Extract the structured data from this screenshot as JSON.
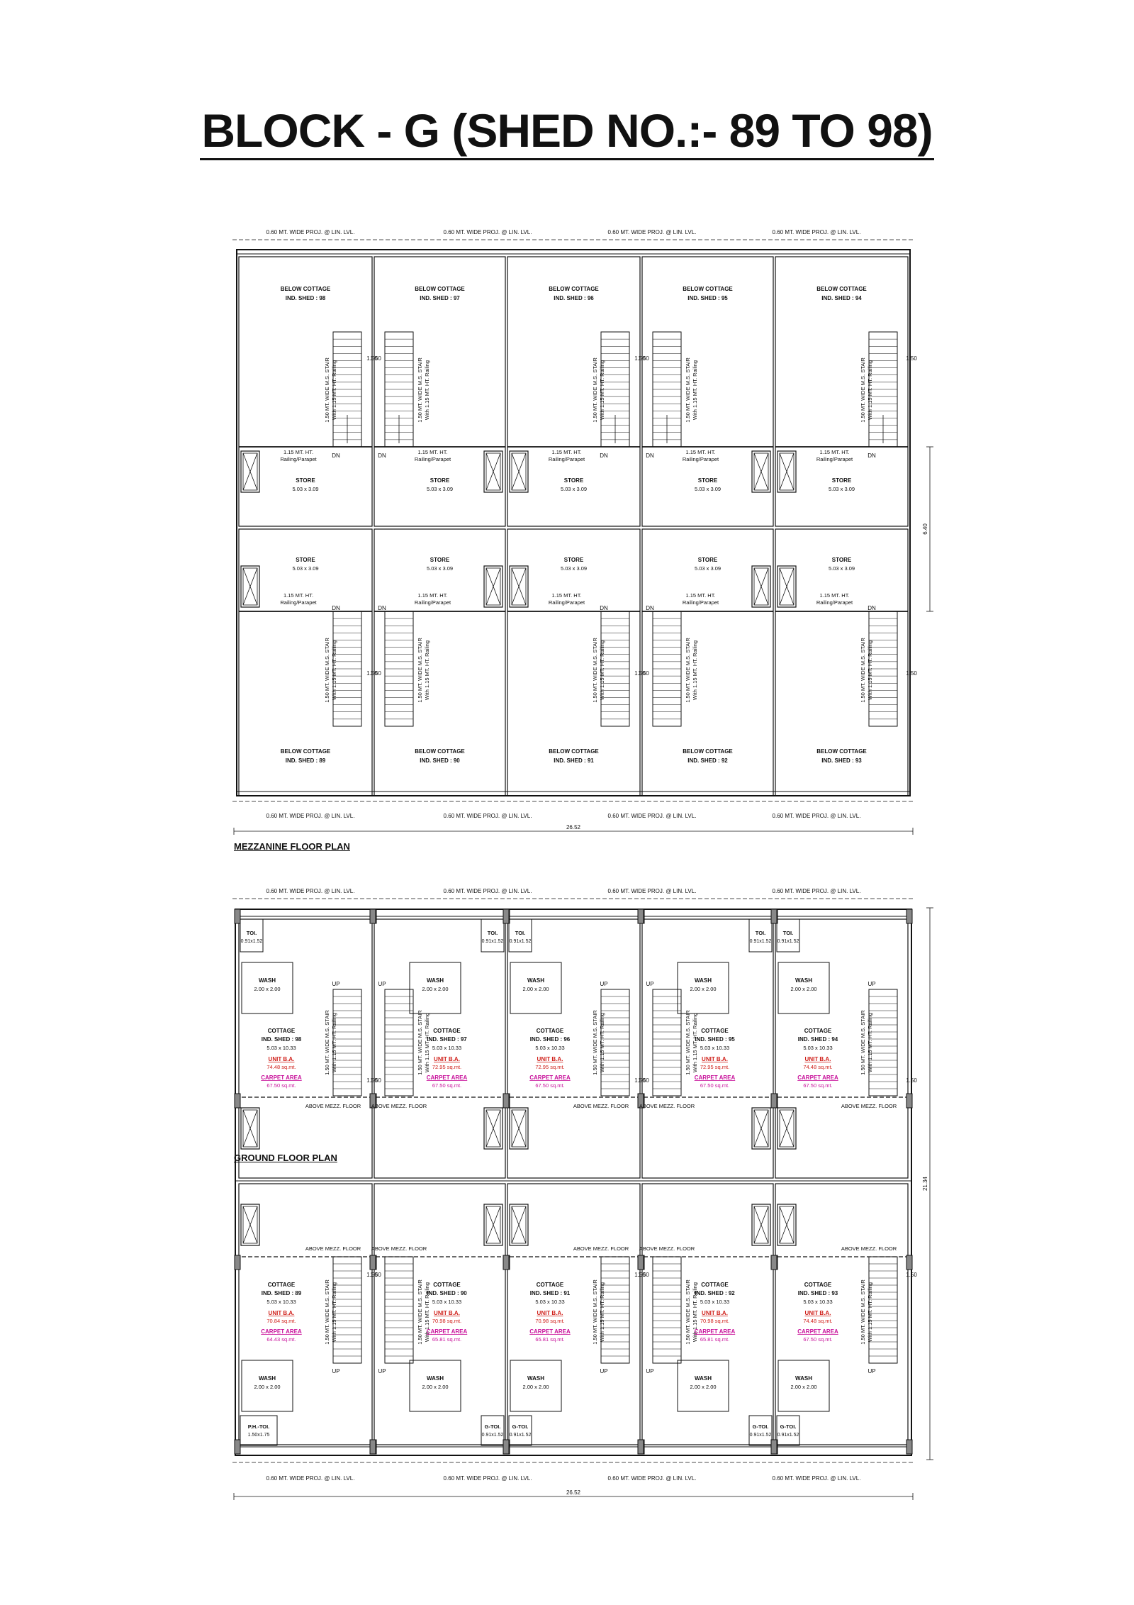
{
  "title": "BLOCK - G (SHED NO.:- 89 TO 98)",
  "colors": {
    "line": "#111111",
    "red_text": "#d0201a",
    "magenta_text": "#c8109a"
  },
  "mezzanine": {
    "label": "MEZZANINE FLOOR PLAN",
    "proj_label": "0.60 MT. WIDE PROJ. @ LIN. LVL.",
    "overall_width": "26.52",
    "overall_depth": "6.40",
    "top_sheds": [
      "98",
      "97",
      "96",
      "95",
      "94"
    ],
    "bottom_sheds": [
      "89",
      "90",
      "91",
      "92",
      "93"
    ],
    "below_cottage": "BELOW COTTAGE",
    "ind_shed_prefix": "IND. SHED : ",
    "store": "STORE",
    "store_size": "5.03 x 3.09",
    "railing_1": "1.15 MT. HT.",
    "railing_2": "Railing/Parapet",
    "stair_1": "1.50 MT. WIDE M.S. STAIR",
    "stair_2": "With 1.15 MT. HT. Railing",
    "stair_width": "1.50",
    "dn": "DN"
  },
  "ground": {
    "label": "GROUND FLOOR PLAN",
    "proj_label": "0.60 MT. WIDE PROJ. @ LIN. LVL.",
    "overall_width": "26.52",
    "overall_depth": "21.34",
    "toi": "TOI.",
    "toi_size": "0.91x1.52",
    "gtoi": "G-TOI.",
    "ph_toi": "P.H.-TOI.",
    "ph_toi_size": "1.50x1.75",
    "wash": "WASH",
    "wash_size": "2.00 x 2.00",
    "cottage": "COTTAGE",
    "cottage_size": "5.03 x 10.33",
    "unit_ba": "UNIT B.A.",
    "carpet_area": "CARPET AREA",
    "above_mezz": "ABOVE MEZZ. FLOOR",
    "up": "UP",
    "top_units": [
      {
        "shed": "98",
        "ba": "74.48 sq.mt.",
        "carpet": "67.50 sq.mt."
      },
      {
        "shed": "97",
        "ba": "72.95 sq.mt.",
        "carpet": "67.50 sq.mt."
      },
      {
        "shed": "96",
        "ba": "72.95 sq.mt.",
        "carpet": "67.50 sq.mt."
      },
      {
        "shed": "95",
        "ba": "72.95 sq.mt.",
        "carpet": "67.50 sq.mt."
      },
      {
        "shed": "94",
        "ba": "74.48 sq.mt.",
        "carpet": "67.50 sq.mt."
      }
    ],
    "bottom_units": [
      {
        "shed": "89",
        "ba": "70.84 sq.mt.",
        "carpet": "64.43 sq.mt."
      },
      {
        "shed": "90",
        "ba": "70.98 sq.mt.",
        "carpet": "65.81 sq.mt."
      },
      {
        "shed": "91",
        "ba": "70.98 sq.mt.",
        "carpet": "65.81 sq.mt."
      },
      {
        "shed": "92",
        "ba": "70.98 sq.mt.",
        "carpet": "65.81 sq.mt."
      },
      {
        "shed": "93",
        "ba": "74.48 sq.mt.",
        "carpet": "67.50 sq.mt."
      }
    ]
  }
}
